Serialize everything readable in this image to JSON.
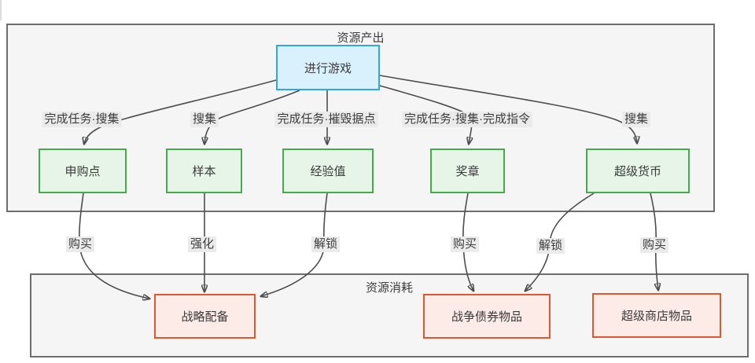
{
  "diagram": {
    "containers": {
      "production": {
        "title": "资源产出"
      },
      "consumption": {
        "title": "资源消耗"
      }
    },
    "nodes": {
      "source": {
        "label": "进行游戏"
      },
      "resources": [
        {
          "label": "申购点"
        },
        {
          "label": "样本"
        },
        {
          "label": "经验值"
        },
        {
          "label": "奖章"
        },
        {
          "label": "超级货币"
        }
      ],
      "sinks": [
        {
          "label": "战略配备"
        },
        {
          "label": "战争债券物品"
        },
        {
          "label": "超级商店物品"
        }
      ]
    },
    "edges": {
      "production": [
        {
          "from": "进行游戏",
          "to": "申购点",
          "label": "完成任务·搜集"
        },
        {
          "from": "进行游戏",
          "to": "样本",
          "label": "搜集"
        },
        {
          "from": "进行游戏",
          "to": "经验值",
          "label": "完成任务·摧毁据点"
        },
        {
          "from": "进行游戏",
          "to": "奖章",
          "label": "完成任务·搜集·完成指令"
        },
        {
          "from": "进行游戏",
          "to": "超级货币",
          "label": "搜集"
        }
      ],
      "consumption": [
        {
          "from": "申购点",
          "to": "战略配备",
          "label": "购买"
        },
        {
          "from": "样本",
          "to": "战略配备",
          "label": "强化"
        },
        {
          "from": "经验值",
          "to": "战略配备",
          "label": "解锁"
        },
        {
          "from": "奖章",
          "to": "战争债券物品",
          "label": "购买"
        },
        {
          "from": "超级货币",
          "to": "战争债券物品",
          "label": "解锁"
        },
        {
          "from": "超级货币",
          "to": "超级商店物品",
          "label": "购买"
        }
      ]
    },
    "colors": {
      "container_fill": "#f5f5f5",
      "container_border": "#6e6e6e",
      "source_fill": "#d9f1fc",
      "source_border": "#30a7e0",
      "resource_fill": "#e7f5e8",
      "resource_border": "#43ad4b",
      "sink_fill": "#fcebe7",
      "sink_border": "#e2582e",
      "edge_stroke": "#4d4d4d",
      "edge_label_bg": "#ebebeb",
      "text": "#3d3d3d"
    }
  }
}
